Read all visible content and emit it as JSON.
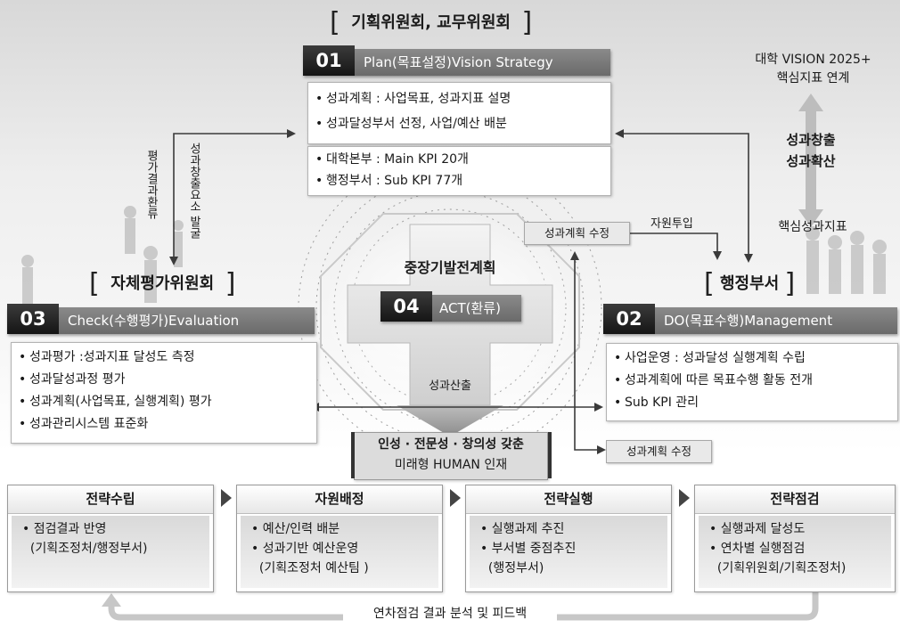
{
  "committee_top": "기획위원회, 교무위원회",
  "plan": {
    "num": "01",
    "title": "Plan(목표설정)Vision Strategy",
    "items_a": [
      "성과계획 : 사업목표, 성과지표 설명",
      "성과달성부서 선정, 사업/예산 배분"
    ],
    "items_b": [
      "대학본부 : Main KPI 20개",
      "행정부서 : Sub KPI 77개"
    ]
  },
  "vision": {
    "line1": "대학 VISION 2025+",
    "line2": "핵심지표 연계",
    "mid1": "성과창출",
    "mid2": "성과확산",
    "bottom": "핵심성과지표"
  },
  "left_vertical": {
    "text1": "평가결과환류",
    "text2": "성과창출요소 발굴"
  },
  "resource_input": "자원투입",
  "plan_revise_top": "성과계획 수정",
  "plan_revise_bottom": "성과계획 수정",
  "center_title": "중장기발전계획",
  "act": {
    "num": "04",
    "title": "ACT(환류)"
  },
  "performance_output": "성과산출",
  "self_eval_committee": "자체평가위원회",
  "admin_dept": "행정부서",
  "check": {
    "num": "03",
    "title": "Check(수행평가)Evaluation",
    "items": [
      "성과평가 :성과지표 달성도 측정",
      "성과달성과정 평가",
      "성과계획(사업목표, 실행계획) 평가",
      "성과관리시스템 표준화"
    ]
  },
  "do": {
    "num": "02",
    "title": "DO(목표수행)Management",
    "items": [
      "사업운영 : 성과달성 실행계획 수립",
      "성과계획에 따른 목표수행 활동 전개",
      "Sub KPI 관리"
    ]
  },
  "human": {
    "line1": "인성 · 전문성 · 창의성 갖춘",
    "line2": "미래형 HUMAN 인재"
  },
  "stages": [
    {
      "title": "전략수립",
      "lines": [
        "• 점검결과 반영",
        "  (기획조정처/행정부서)"
      ]
    },
    {
      "title": "자원배정",
      "lines": [
        "• 예산/인력 배분",
        "• 성과기반 예산운영",
        "  (기획조정처 예산팀 )"
      ]
    },
    {
      "title": "전략실행",
      "lines": [
        "• 실행과제 추진",
        "• 부서별 중점추진",
        "  (행정부서)"
      ]
    },
    {
      "title": "전략점검",
      "lines": [
        "• 실행과제 달성도",
        "• 연차별 실행점검",
        "  (기획위원회/기획조정처)"
      ]
    }
  ],
  "feedback": "연차점검 결과 분석 및 피드백"
}
